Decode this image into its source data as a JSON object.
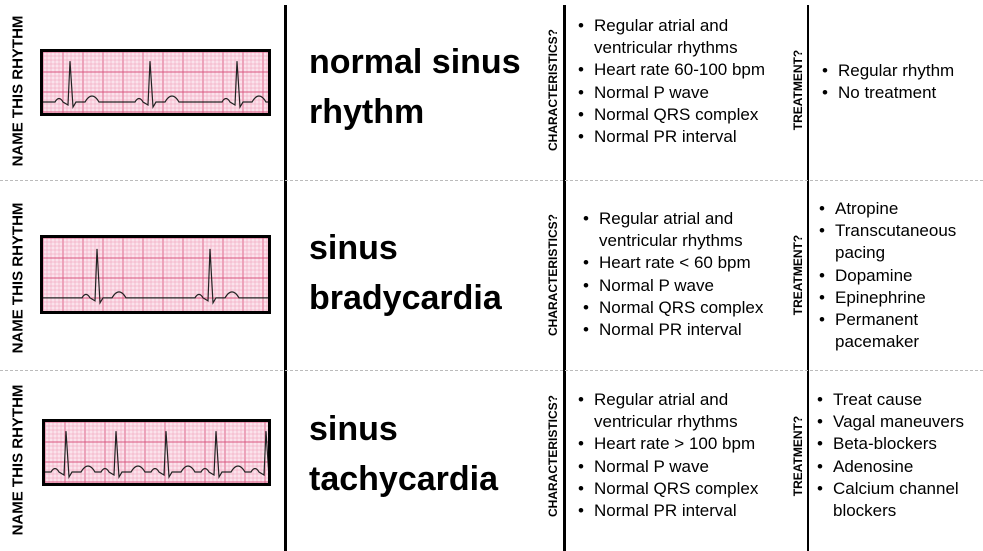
{
  "rows": [
    {
      "prompt": "NAME THIS RHYTHM",
      "title_lines": [
        "normal sinus",
        "rhythm"
      ],
      "characteristics_label": "CHARACTERISTICS?",
      "treatment_label": "TREATMENT?",
      "characteristics": [
        "Regular atrial and ventricular rhythms",
        "Heart rate 60-100 bpm",
        "Normal P wave",
        "Normal QRS complex",
        "Normal PR interval"
      ],
      "treatment": [
        "Regular rhythm",
        "No treatment"
      ]
    },
    {
      "prompt": "NAME THIS RHYTHM",
      "title_lines": [
        "sinus",
        "bradycardia"
      ],
      "characteristics_label": "CHARACTERISTICS?",
      "treatment_label": "TREATMENT?",
      "characteristics": [
        "Regular atrial and ventricular rhythms",
        "Heart rate < 60 bpm",
        "Normal P wave",
        "Normal QRS complex",
        "Normal  PR interval"
      ],
      "treatment": [
        "Atropine",
        "Transcutaneous pacing",
        "Dopamine",
        "Epinephrine",
        "Permanent pacemaker"
      ]
    },
    {
      "prompt": "NAME THIS RHYTHM",
      "title_lines": [
        "sinus",
        "tachycardia"
      ],
      "characteristics_label": "CHARACTERISTICS?",
      "treatment_label": "TREATMENT?",
      "characteristics": [
        "Regular atrial and ventricular rhythms",
        "Heart rate > 100 bpm",
        "Normal P wave",
        "Normal QRS complex",
        "Normal PR interval"
      ],
      "treatment": [
        "Treat cause",
        "Vagal maneuvers",
        "Beta-blockers",
        "Adenosine",
        "Calcium channel blockers"
      ]
    }
  ],
  "colors": {
    "grid_major": "#d9567f",
    "grid_minor": "#f09ab5",
    "strip_bg": "#fbe3ec"
  }
}
